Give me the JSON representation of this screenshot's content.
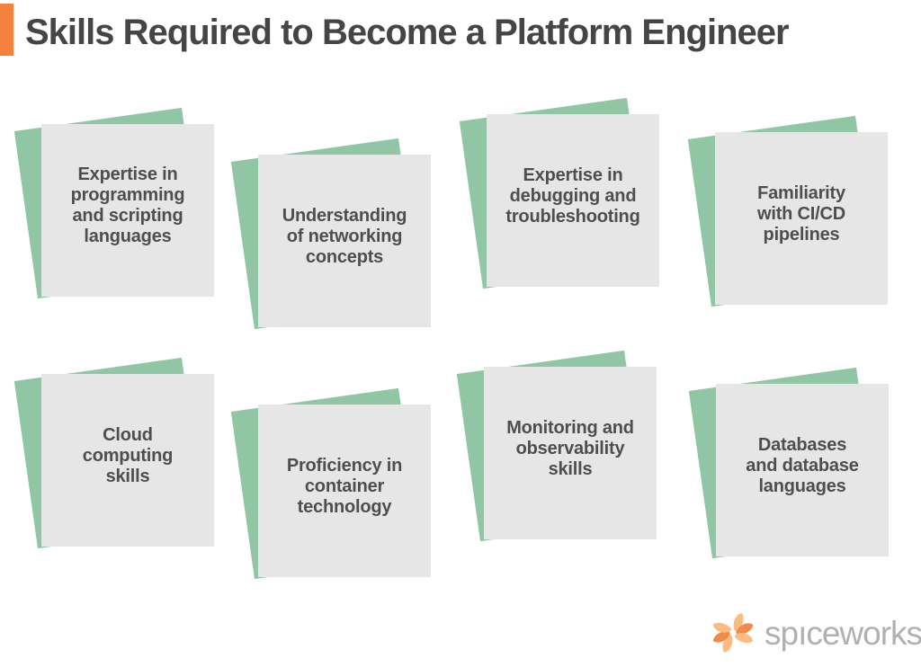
{
  "page": {
    "title": "Skills Required to Become a Platform Engineer"
  },
  "colors": {
    "accent_bar_orange": "#F5813E",
    "title_text": "#454545",
    "card_gray": "#E6E6E6",
    "card_green": "#90C6A3",
    "card_text": "#4E4E4E",
    "logo_text_gray": "#B0B0B0",
    "logo_orange_light": "#F9BC82",
    "logo_orange_dark": "#F28B45"
  },
  "cards": [
    {
      "label": [
        "Expertise in",
        "programming",
        "and scripting",
        "languages"
      ]
    },
    {
      "label": [
        "Understanding",
        "of networking",
        "concepts"
      ]
    },
    {
      "label": [
        "Expertise in",
        "debugging and",
        "troubleshooting"
      ]
    },
    {
      "label": [
        "Familiarity",
        "with CI/CD",
        "pipelines"
      ]
    },
    {
      "label": [
        "Cloud",
        "computing",
        "skills"
      ]
    },
    {
      "label": [
        "Proficiency in",
        "container",
        "technology"
      ]
    },
    {
      "label": [
        "Monitoring and",
        "observability",
        "skills"
      ]
    },
    {
      "label": [
        "Databases",
        "and database",
        "languages"
      ]
    }
  ],
  "logo": {
    "brand": "spiceworks",
    "text": "spıceworks"
  }
}
